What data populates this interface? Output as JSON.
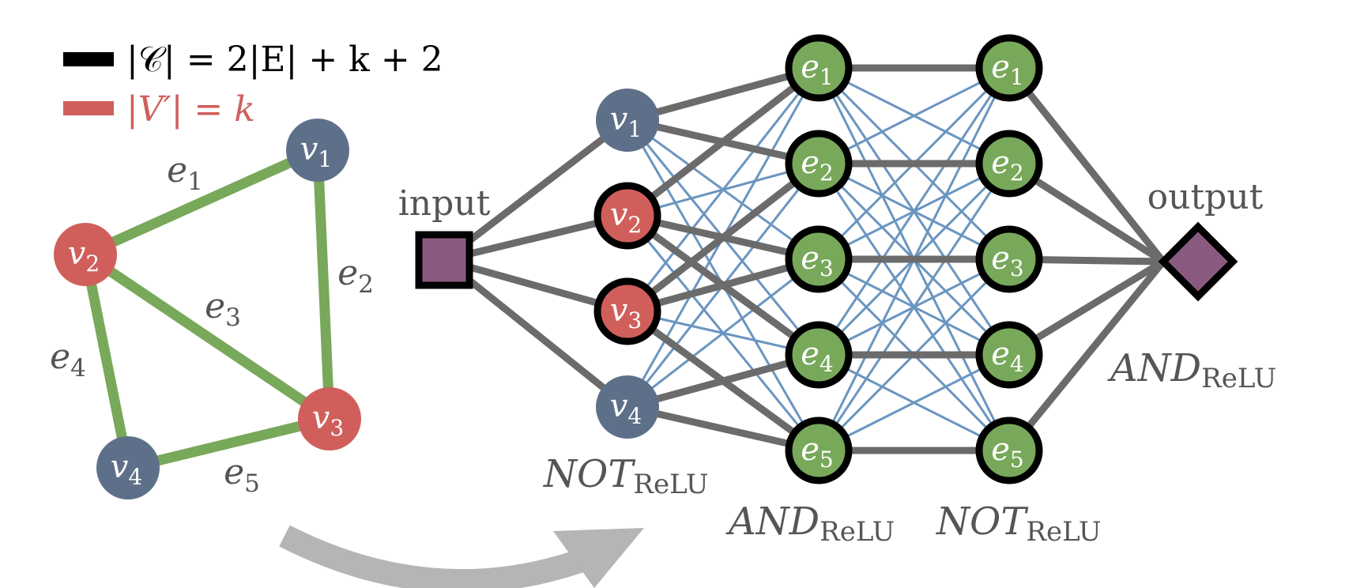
{
  "legend": {
    "black": {
      "lhs": "|𝒞|",
      "rhs": " = 2|E| + k + 2",
      "color": "#000000"
    },
    "red": {
      "text": "|V′| = k",
      "color": "#d05f5c"
    }
  },
  "colors": {
    "vertex_blue": "#5e7089",
    "vertex_red": "#d05f5c",
    "edge_green": "#78a85a",
    "gray_edge": "#6b6b6b",
    "blue_edge": "#6a95c0",
    "terminal_fill": "#8a5a7e",
    "arrow": "#b5b5b5",
    "label_gray": "#555555"
  },
  "graph": {
    "vertices": [
      {
        "id": "v1",
        "base": "v",
        "sub": "1",
        "color": "blue"
      },
      {
        "id": "v2",
        "base": "v",
        "sub": "2",
        "color": "red"
      },
      {
        "id": "v3",
        "base": "v",
        "sub": "3",
        "color": "red"
      },
      {
        "id": "v4",
        "base": "v",
        "sub": "4",
        "color": "blue"
      }
    ],
    "edges": [
      {
        "id": "e1",
        "base": "e",
        "sub": "1",
        "from": "v2",
        "to": "v1"
      },
      {
        "id": "e2",
        "base": "e",
        "sub": "2",
        "from": "v1",
        "to": "v3"
      },
      {
        "id": "e3",
        "base": "e",
        "sub": "3",
        "from": "v2",
        "to": "v3"
      },
      {
        "id": "e4",
        "base": "e",
        "sub": "4",
        "from": "v2",
        "to": "v4"
      },
      {
        "id": "e5",
        "base": "e",
        "sub": "5",
        "from": "v4",
        "to": "v3"
      }
    ]
  },
  "network": {
    "input_label": "input",
    "output_label": "output",
    "vertex_layer": {
      "label_main": "NOT",
      "label_sub": "ReLU"
    },
    "edge_layer_1": {
      "label_main": "AND",
      "label_sub": "ReLU"
    },
    "edge_layer_2": {
      "label_main": "NOT",
      "label_sub": "ReLU"
    },
    "output_layer": {
      "label_main": "AND",
      "label_sub": "ReLU"
    }
  }
}
